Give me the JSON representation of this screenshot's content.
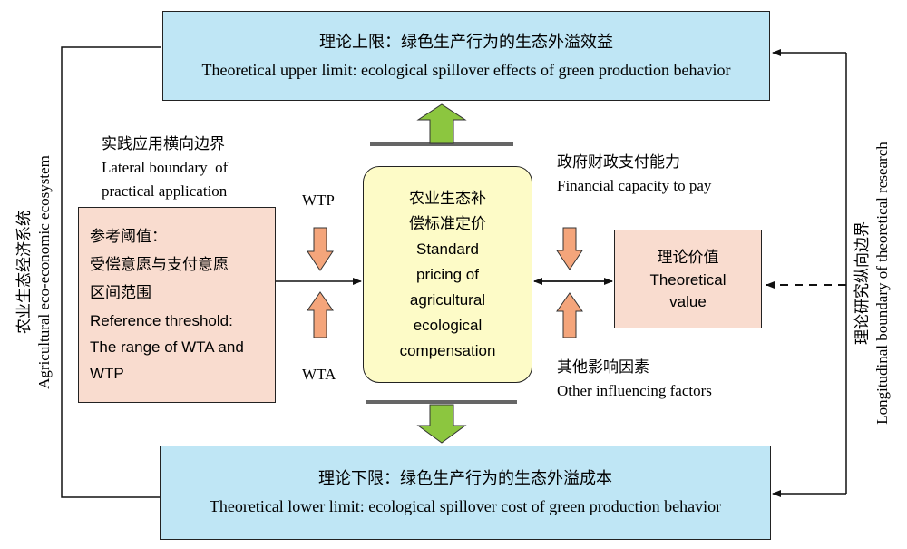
{
  "top_box": {
    "cn": "理论上限：绿色生产行为的生态外溢效益",
    "en": "Theoretical upper limit: ecological spillover effects of green production behavior"
  },
  "bottom_box": {
    "cn": "理论下限：绿色生产行为的生态外溢成本",
    "en": "Theoretical lower limit: ecological spillover cost of green production behavior"
  },
  "lateral_boundary": {
    "cn": "实践应用横向边界",
    "en_line1": "Lateral boundary  of",
    "en_line2": "practical application"
  },
  "reference_box": {
    "cn_line1": "参考阈值：",
    "cn_line2": "受偿意愿与支付意愿",
    "cn_line3": "区间范围",
    "en_line1": "Reference threshold:",
    "en_line2": "The range of WTA and",
    "en_line3": "WTP"
  },
  "center_box": {
    "cn_line1": "农业生态补",
    "cn_line2": "偿标准定价",
    "en_line1": "Standard",
    "en_line2": "pricing of",
    "en_line3": "agricultural",
    "en_line4": "ecological",
    "en_line5": "compensation"
  },
  "wtp_label": "WTP",
  "wta_label": "WTA",
  "financial": {
    "cn": "政府财政支付能力",
    "en": "Financial capacity to pay"
  },
  "theoretical_value_box": {
    "cn": "理论价值",
    "en_line1": "Theoretical",
    "en_line2": "value"
  },
  "other_factors": {
    "cn": "其他影响因素",
    "en": "Other influencing factors"
  },
  "left_vertical": {
    "cn": "农业生态经济系统",
    "en": "Agricultural eco-economic ecosystem"
  },
  "right_vertical": {
    "cn": "理论研究纵向边界",
    "en": "Longitudinal boundary of theoretical research"
  },
  "colors": {
    "blue_fill": "#bfe6f5",
    "pink_fill": "#f9dccf",
    "yellow_fill": "#fdfbc7",
    "green_arrow": "#8cc63f",
    "orange_arrow": "#f4a57b"
  }
}
